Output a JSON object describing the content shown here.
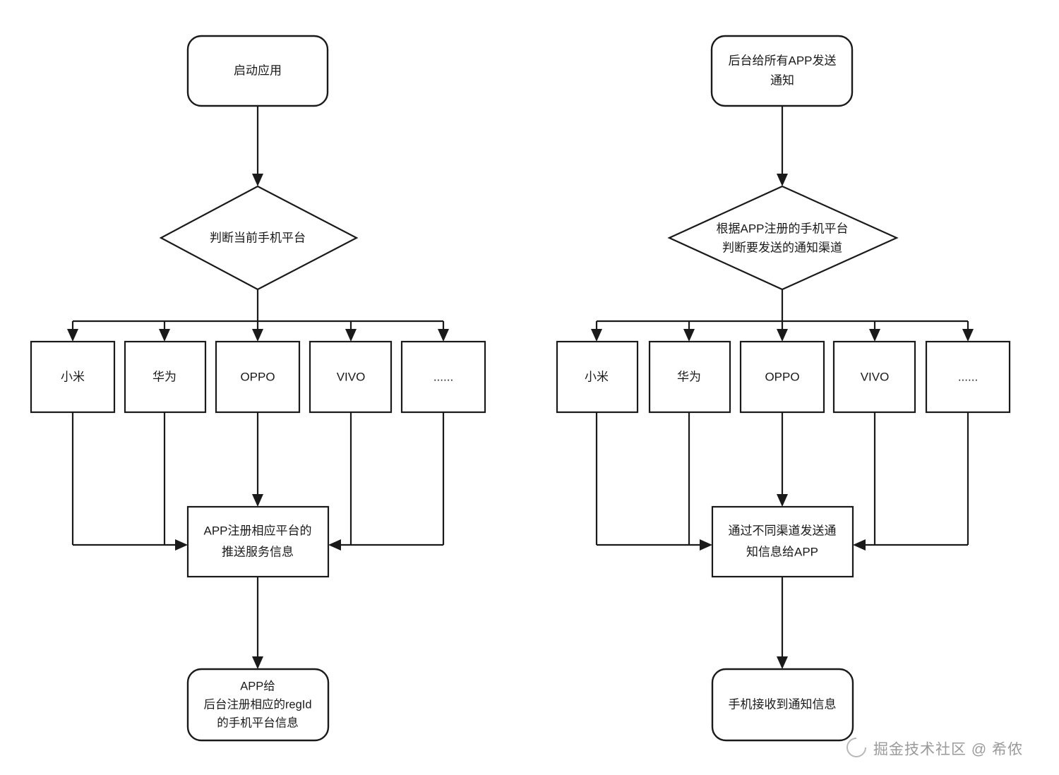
{
  "diagram": {
    "title_watermark": "掘金技术社区 @ 希侬",
    "colors": {
      "stroke": "#1a1a1a",
      "fill": "#ffffff",
      "background": "#ffffff",
      "watermark": "#9a9a9a"
    },
    "left_flow": {
      "start": {
        "label": "启动应用",
        "shape": "rounded-rect"
      },
      "decision": {
        "label": "判断当前手机平台",
        "shape": "diamond"
      },
      "branches": [
        {
          "label": "小米",
          "shape": "rect"
        },
        {
          "label": "华为",
          "shape": "rect"
        },
        {
          "label": "OPPO",
          "shape": "rect"
        },
        {
          "label": "VIVO",
          "shape": "rect"
        },
        {
          "label": "......",
          "shape": "rect"
        }
      ],
      "merge": {
        "shape": "rect",
        "lines": [
          "APP注册相应平台的",
          "推送服务信息"
        ]
      },
      "end": {
        "shape": "rounded-rect",
        "lines": [
          "APP给",
          "后台注册相应的regId",
          "的手机平台信息"
        ]
      }
    },
    "right_flow": {
      "start": {
        "shape": "rounded-rect",
        "lines": [
          "后台给所有APP发送",
          "通知"
        ]
      },
      "decision": {
        "shape": "diamond",
        "lines": [
          "根据APP注册的手机平台",
          "判断要发送的通知渠道"
        ]
      },
      "branches": [
        {
          "label": "小米",
          "shape": "rect"
        },
        {
          "label": "华为",
          "shape": "rect"
        },
        {
          "label": "OPPO",
          "shape": "rect"
        },
        {
          "label": "VIVO",
          "shape": "rect"
        },
        {
          "label": "......",
          "shape": "rect"
        }
      ],
      "merge": {
        "shape": "rect",
        "lines": [
          "通过不同渠道发送通",
          "知信息给APP"
        ]
      },
      "end": {
        "shape": "rounded-rect",
        "lines": [
          "手机接收到通知信息"
        ]
      }
    }
  }
}
